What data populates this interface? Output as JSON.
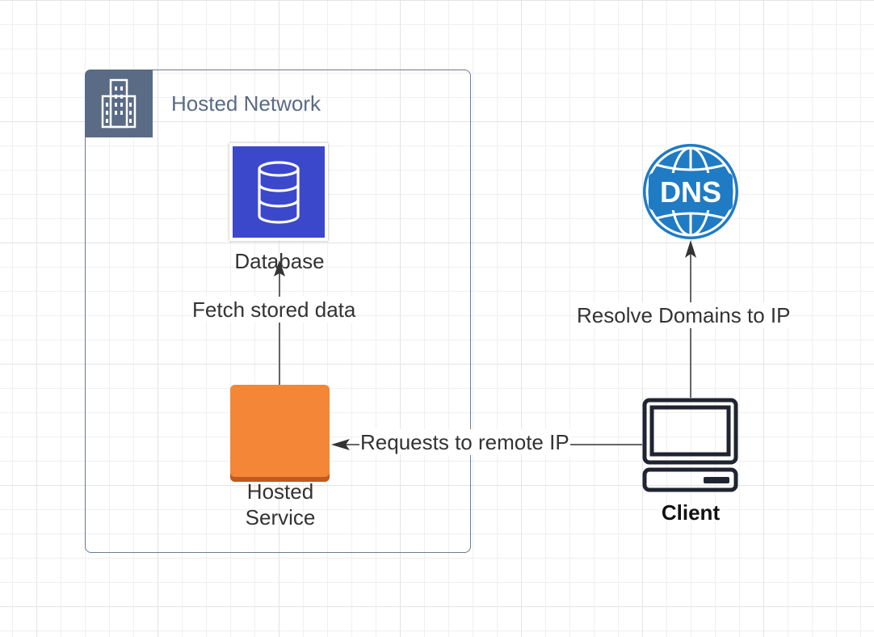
{
  "group": {
    "label": "Hosted Network",
    "icon": "office-building-icon",
    "color": "#5a6b86"
  },
  "nodes": {
    "database": {
      "label": "Database",
      "icon": "database-icon",
      "color": "#3b48cc"
    },
    "hosted_service": {
      "label": "Hosted\nService",
      "color": "#f38637"
    },
    "dns": {
      "label": "DNS",
      "icon": "dns-globe-icon",
      "color": "#1f7bc4"
    },
    "client": {
      "label": "Client",
      "icon": "laptop-icon",
      "color": "#1f2430"
    }
  },
  "edges": {
    "fetch": {
      "label": "Fetch stored data"
    },
    "resolve": {
      "label": "Resolve Domains to IP"
    },
    "requests": {
      "label": "Requests to remote IP"
    }
  }
}
